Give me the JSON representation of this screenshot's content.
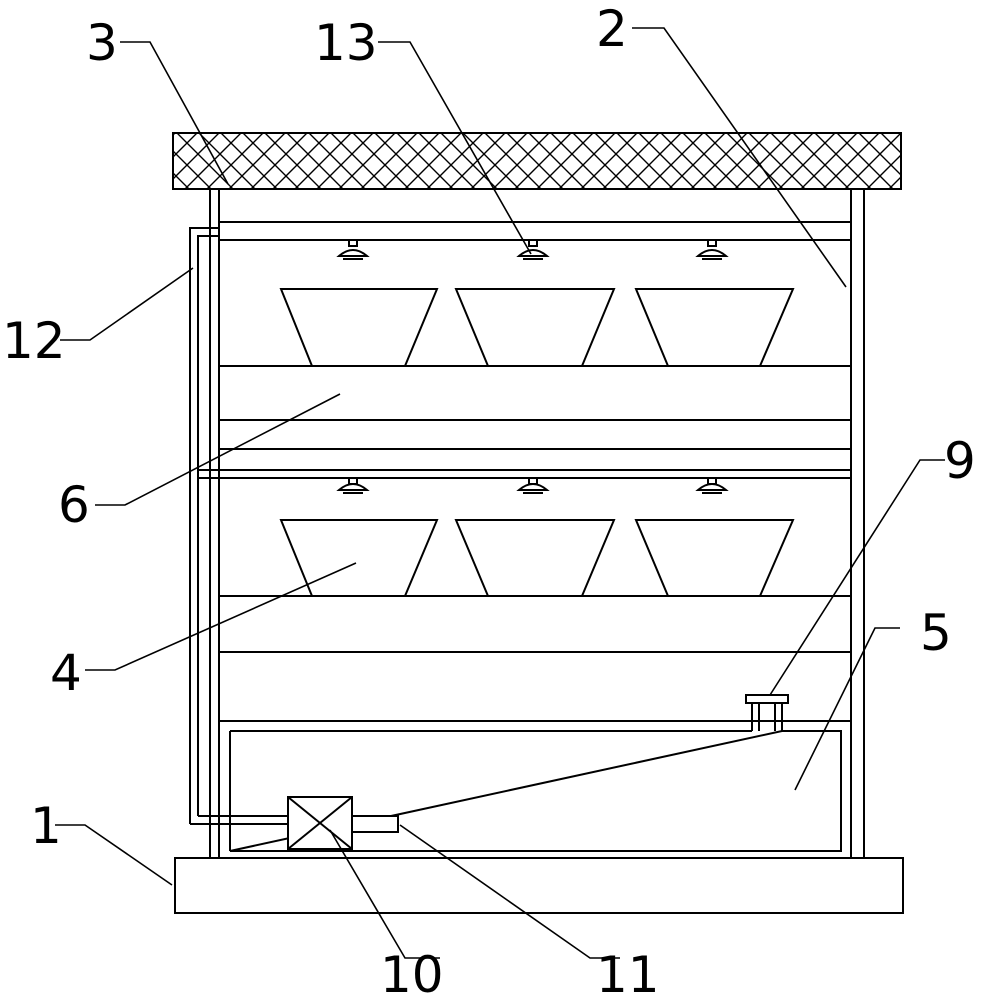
{
  "figure": {
    "labels": {
      "l1": "1",
      "l2": "2",
      "l3": "3",
      "l4": "4",
      "l5": "5",
      "l6": "6",
      "l9": "9",
      "l10": "10",
      "l11": "11",
      "l12": "12",
      "l13": "13"
    },
    "components": {
      "base": "1",
      "frame_post": "2",
      "top_cover": "3",
      "planting_pot": "4",
      "water_tank": "5",
      "shelf": "6",
      "tank_inlet": "9",
      "pump": "10",
      "outlet_pipe": "11",
      "riser_pipe": "12",
      "spray_nozzle": "13"
    },
    "pot_rows": 2,
    "pots_per_row": 3,
    "nozzles_per_row": 3
  }
}
